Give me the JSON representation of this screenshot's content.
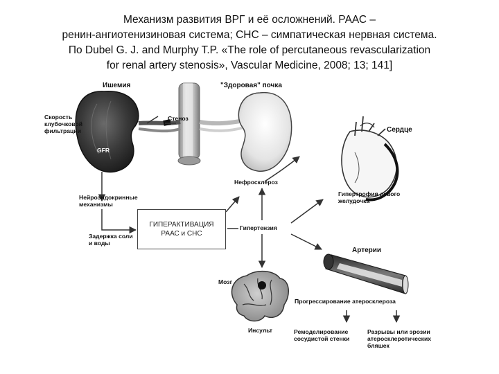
{
  "title_lines": [
    "Механизм развития ВРГ и её осложнений. РААС –",
    "ренин-ангиотенизиновая система; СНС – симпатическая нервная система.",
    "По Dubel G. J. and Murphy T.P. «The role of percutaneous revascularization",
    "for renal artery stenosis», Vascular Medicine, 2008; 13; 141]"
  ],
  "labels": {
    "ischemia": "Ишемия",
    "healthy_kidney": "\"Здоровая\" почка",
    "gfr_rate_1": "Скорость",
    "gfr_rate_2": "клубочковой",
    "gfr_rate_3": "фильтрации",
    "gfr": "GFR",
    "stenosis": "Стеноз",
    "heart": "Сердце",
    "nephrosclerosis": "Нефросклероз",
    "neuroendocrine_1": "Нейроэндокринные",
    "neuroendocrine_2": "механизмы",
    "lvh_1": "Гипертрофия левого",
    "lvh_2": "желудочка",
    "hyperactivation_1": "ГИПЕРАКТИВАЦИЯ",
    "hyperactivation_2": "РААС и СНС",
    "salt_retention_1": "Задержка соли",
    "salt_retention_2": "и воды",
    "hypertension": "Гипертензия",
    "arteries": "Артерии",
    "brain": "Мозг",
    "atherosclerosis": "Прогрессирование атеросклероза",
    "stroke": "Инсульт",
    "remodeling_1": "Ремоделирование",
    "remodeling_2": "сосудистой стенки",
    "rupture_1": "Разрывы или эрозии",
    "rupture_2": "атеросклеротических",
    "rupture_3": "бляшек"
  }
}
